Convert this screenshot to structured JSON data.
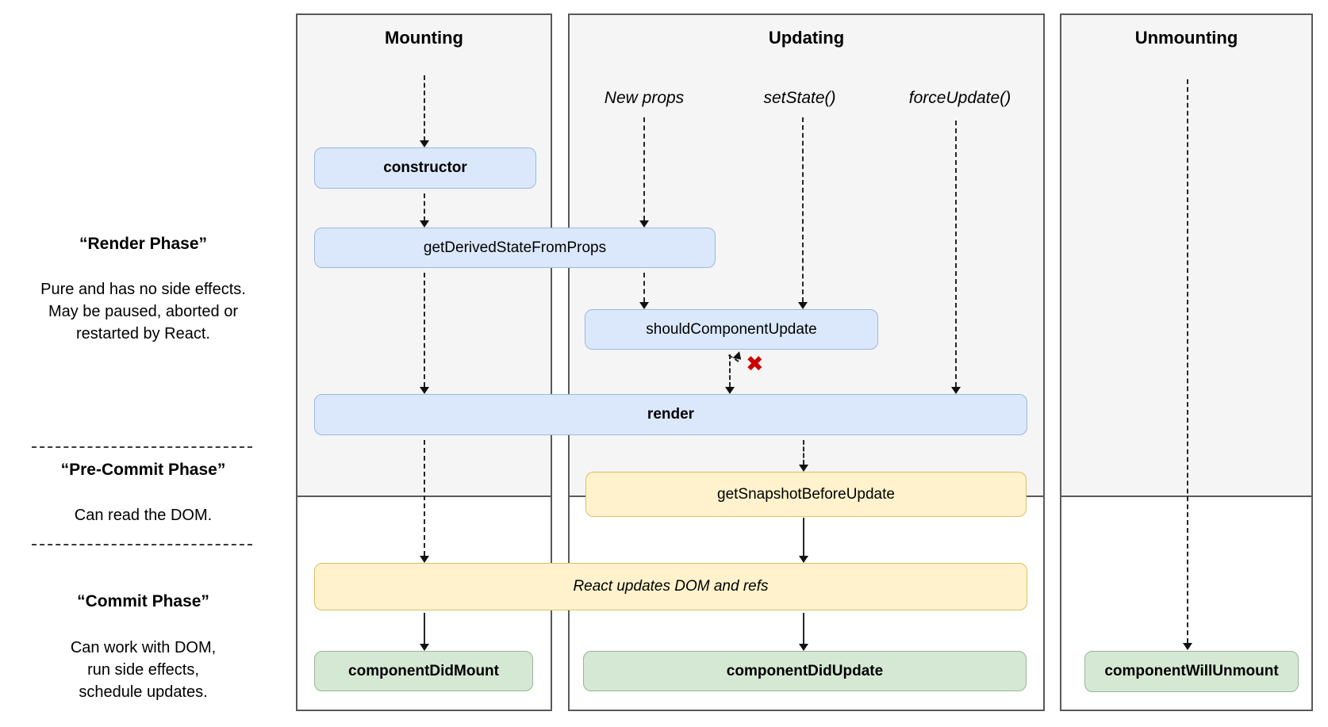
{
  "sidebar": {
    "render_phase_title": "“Render Phase”",
    "render_phase_desc": "Pure and has no side effects.\nMay be paused, aborted or\nrestarted by React.",
    "pre_commit_title": "“Pre-Commit Phase”",
    "pre_commit_desc": "Can read the DOM.",
    "commit_title": "“Commit Phase”",
    "commit_desc": "Can work with DOM,\nrun side effects,\nschedule updates."
  },
  "columns": {
    "mounting_title": "Mounting",
    "updating_title": "Updating",
    "unmounting_title": "Unmounting",
    "triggers": [
      "New props",
      "setState()",
      "forceUpdate()"
    ]
  },
  "methods": {
    "constructor": "constructor",
    "get_derived_state_from_props": "getDerivedStateFromProps",
    "should_component_update": "shouldComponentUpdate",
    "render": "render",
    "get_snapshot_before_update": "getSnapshotBeforeUpdate",
    "react_updates": "React updates DOM and refs",
    "component_did_mount": "componentDidMount",
    "component_did_update": "componentDidUpdate",
    "component_will_unmount": "componentWillUnmount"
  },
  "diagram": {
    "halt_icon": "✖",
    "colors": {
      "lifecycle_method_fill": "#dbe8fc",
      "side_effect_fill": "#fff2cc",
      "commit_method_fill": "#d5e8d4",
      "panel_bg": "#f5f5f5",
      "halt": "#cc0000"
    }
  }
}
